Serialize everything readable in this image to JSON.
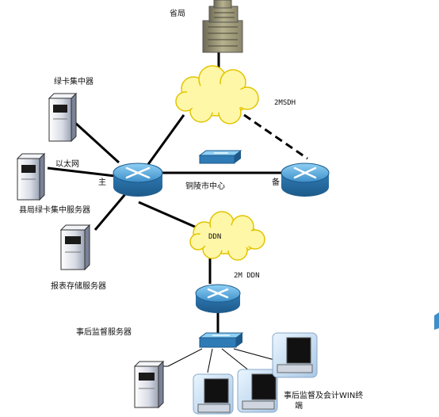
{
  "labels": {
    "province": "省局",
    "sdh": "2MSDH",
    "green_card_hub": "绿卡集中器",
    "ethernet": "以太网",
    "primary": "主",
    "backup": "备",
    "tongling_center": "铜陵市中心",
    "county_green_card_server": "县局绿卡集中服务器",
    "report_storage_server": "报表存储服务器",
    "ddn_cloud": "DDN",
    "ddn_2m": "2M DDN",
    "post_audit_server": "事后监督服务器",
    "post_audit_terminals": "事后监督及会计WIN终",
    "terminal_suffix": "端"
  },
  "colors": {
    "router": "#3d8ec9",
    "cloud": "#fff7a8",
    "link": "#000000"
  }
}
